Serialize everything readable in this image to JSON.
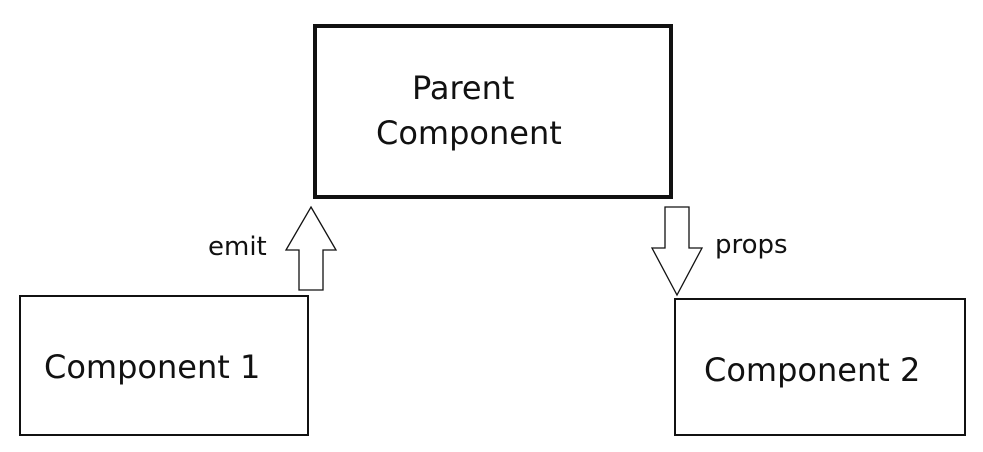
{
  "nodes": {
    "parent": {
      "line1": "Parent",
      "line2": "Component"
    },
    "component1": {
      "label": "Component 1"
    },
    "component2": {
      "label": "Component 2"
    }
  },
  "edges": {
    "emit": {
      "label": "emit",
      "direction": "up"
    },
    "props": {
      "label": "props",
      "direction": "down"
    }
  },
  "colors": {
    "stroke": "#111111",
    "background": "#ffffff"
  }
}
